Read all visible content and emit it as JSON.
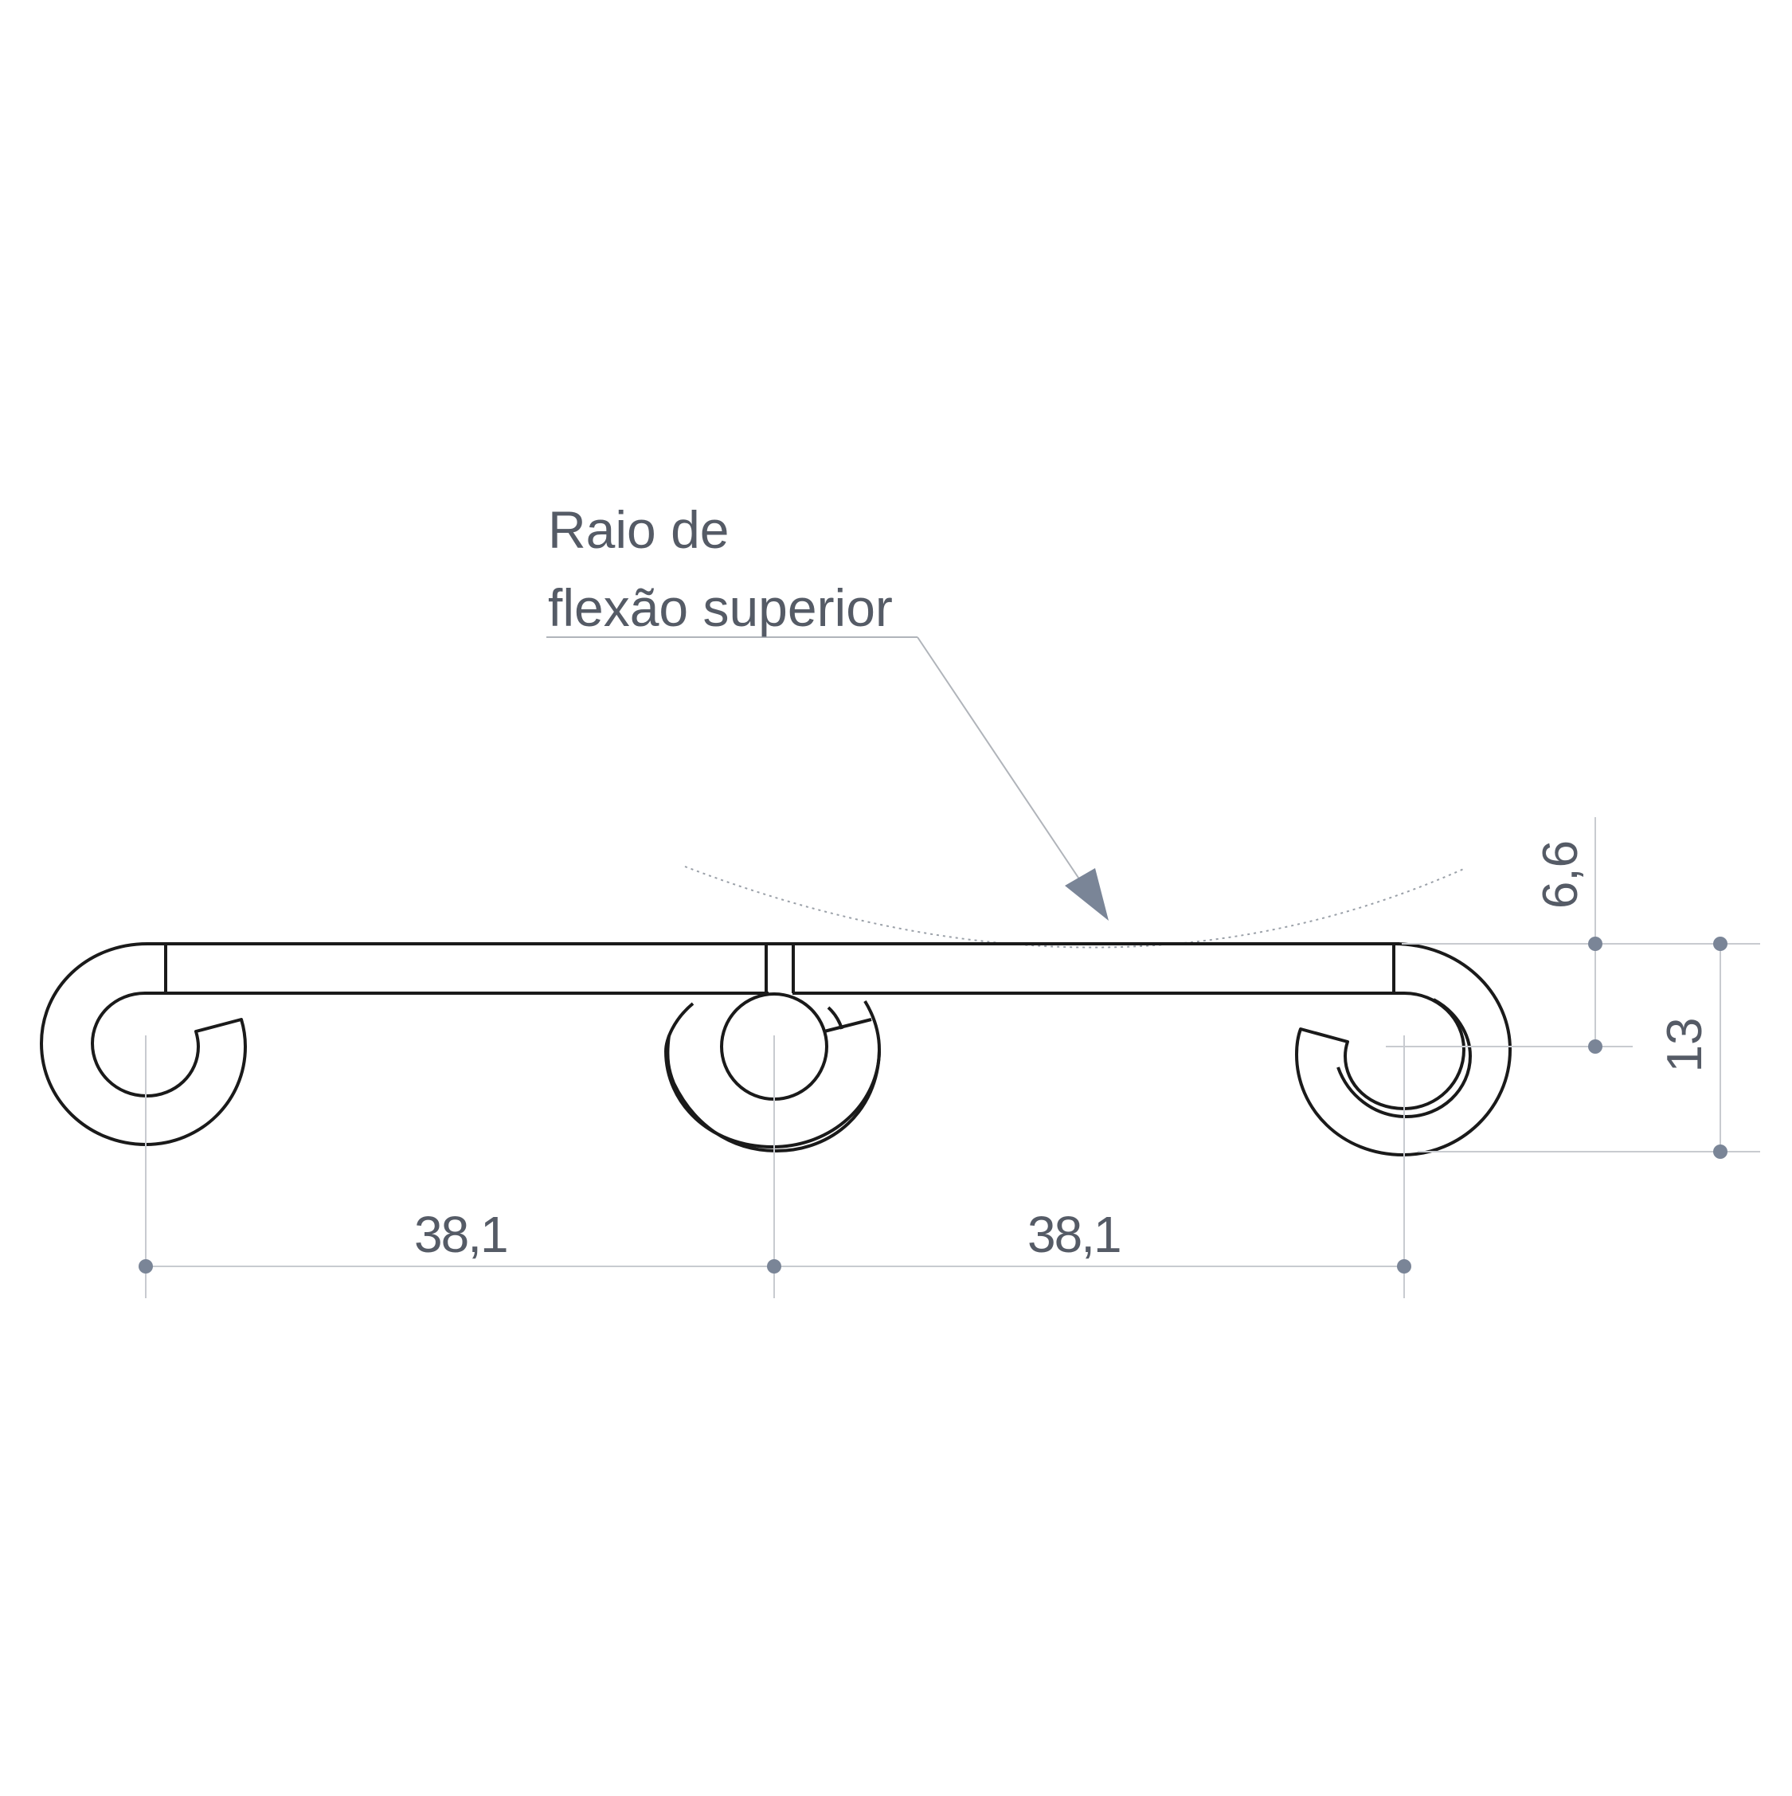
{
  "diagram": {
    "callout": {
      "line1": "Raio de",
      "line2": "flexão superior"
    },
    "dimensions": {
      "pitch_left": "38,1",
      "pitch_right": "38,1",
      "top_offset": "6,6",
      "height": "13"
    },
    "colors": {
      "profile_stroke": "#1a1a1a",
      "dimension_line": "#c8cbd0",
      "dimension_point": "#7a8597",
      "label_text": "#555b66",
      "arrow_fill": "#7a8597"
    }
  }
}
